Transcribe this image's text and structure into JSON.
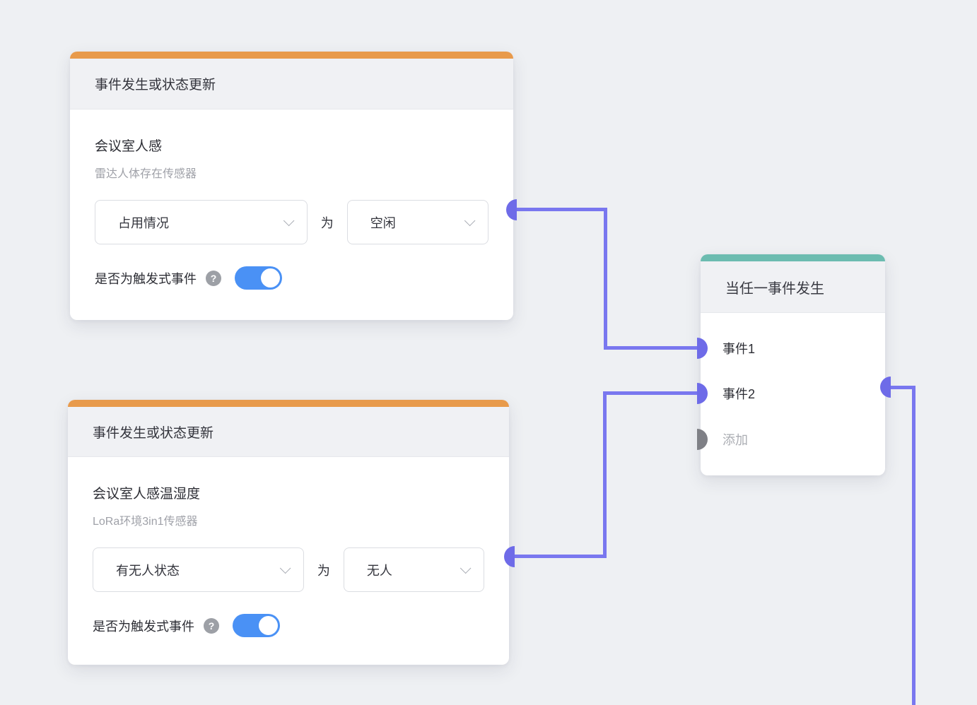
{
  "colors": {
    "background": "#EEF0F3",
    "trigger_accent": "#E89A4B",
    "any_event_accent": "#6CBCB0",
    "connector": "#7977EF",
    "toggle_on": "#4A91F5",
    "disabled_gray": "#ABADB3"
  },
  "icons": {
    "help_glyph": "?"
  },
  "cards": {
    "trigger1": {
      "header": "事件发生或状态更新",
      "device_name": "会议室人感",
      "device_model": "雷达人体存在传感器",
      "property_selected": "占用情况",
      "operator": "为",
      "value_selected": "空闲",
      "toggle_label": "是否为触发式事件",
      "toggle_state": "on"
    },
    "trigger2": {
      "header": "事件发生或状态更新",
      "device_name": "会议室人感温湿度",
      "device_model": "LoRa环境3in1传感器",
      "property_selected": "有无人状态",
      "operator": "为",
      "value_selected": "无人",
      "toggle_label": "是否为触发式事件",
      "toggle_state": "on"
    },
    "any_event": {
      "header": "当任一事件发生",
      "events": [
        {
          "label": "事件1"
        },
        {
          "label": "事件2"
        }
      ],
      "add_label": "添加"
    }
  }
}
